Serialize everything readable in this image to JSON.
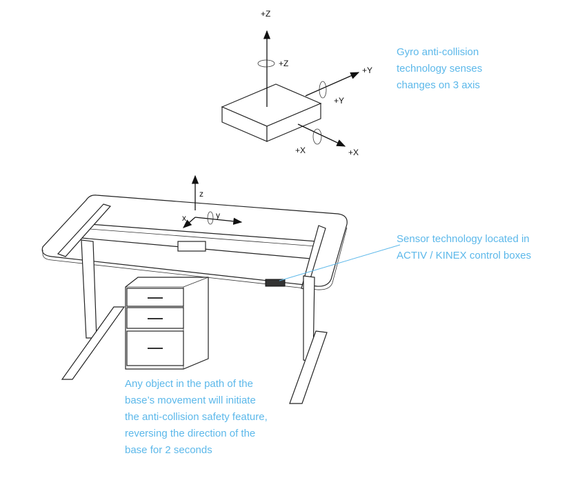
{
  "gyro_diagram": {
    "labels": {
      "z_axis": "+Z",
      "z_rot": "+Z",
      "y_axis": "+Y",
      "y_rot": "+Y",
      "x_rot": "+X",
      "x_axis": "+X"
    }
  },
  "desk_diagram": {
    "labels": {
      "z": "z",
      "x": "x",
      "y": "y"
    }
  },
  "notes": {
    "gyro": [
      "Gyro anti-collision",
      "technology senses",
      "changes on 3 axis"
    ],
    "sensor": [
      "Sensor technology located in",
      "ACTIV / KINEX control boxes"
    ],
    "object": [
      "Any object in the path of the",
      "base’s movement will initiate",
      "the anti-collision safety feature,",
      "reversing the direction of the",
      "base for 2 seconds"
    ]
  },
  "colors": {
    "accent": "#5cb8ea",
    "line": "#222222"
  }
}
